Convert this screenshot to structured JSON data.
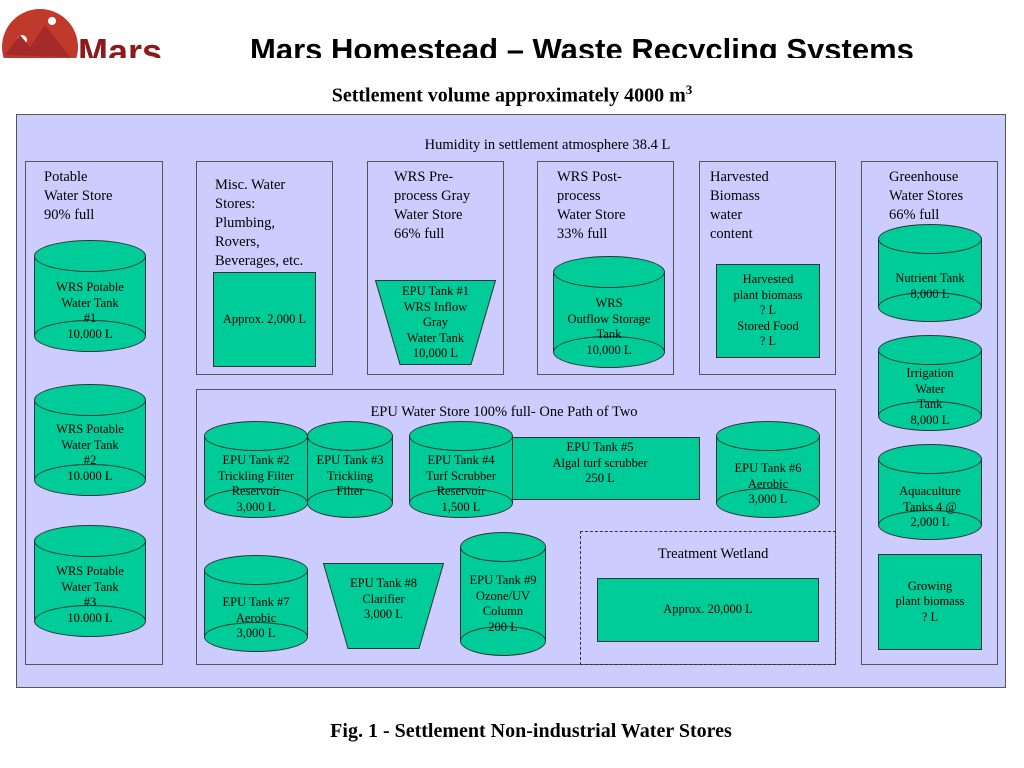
{
  "header": {
    "logo_text": "Mars",
    "title": "Mars Homestead – Waste Recycling Systems"
  },
  "subtitle": {
    "text": "Settlement volume approximately 4000 m",
    "sup": "3"
  },
  "humidity": "Humidity in settlement atmosphere 38.4 L",
  "potable": {
    "label": "Potable\nWater Store\n90% full",
    "tank1": "WRS Potable\nWater Tank\n#1\n10,000 L",
    "tank2": "WRS Potable\nWater Tank\n#2\n10.000 L",
    "tank3": "WRS Potable\nWater Tank\n#3\n10.000 L"
  },
  "misc": {
    "label": "Misc. Water\nStores:\nPlumbing,\nRovers,\nBeverages, etc.",
    "inner": "Approx. 2,000 L"
  },
  "preprocess": {
    "label": "WRS Pre-\nprocess Gray\nWater Store\n66% full",
    "tank": "EPU Tank #1\nWRS Inflow\nGray\nWater Tank\n10,000 L"
  },
  "postprocess": {
    "label": "WRS Post-\nprocess\nWater Store\n33% full",
    "tank": "WRS\nOutflow Storage\nTank\n10,000 L"
  },
  "biomass": {
    "label": "Harvested\nBiomass\nwater\ncontent",
    "inner": "Harvested\nplant biomass\n? L\nStored Food\n? L"
  },
  "greenhouse": {
    "label": "Greenhouse\nWater Stores\n66% full",
    "nutrient": "Nutrient Tank\n8,000 L",
    "irrigation": "Irrigation\nWater\nTank\n8,000 L",
    "aquaculture": "Aquaculture\nTanks 4 @\n2,000 L",
    "growing": "Growing\nplant biomass\n? L"
  },
  "epu": {
    "label": "EPU  Water Store 100% full- One Path of Two",
    "tank2": "EPU Tank #2\nTrickling Filter\nReservoir\n3,000 L",
    "tank3": "EPU Tank #3\nTrickling\nFilter",
    "tank4": "EPU Tank #4\nTurf Scrubber\nReservoir\n1,500 L",
    "tank5": "EPU Tank #5\nAlgal turf scrubber\n250 L",
    "tank6": "EPU Tank #6\nAerobic\n3,000 L",
    "tank7": "EPU Tank #7\nAerobic\n3,000 L",
    "tank8": "EPU Tank #8\nClarifier\n3,000 L",
    "tank9": "EPU Tank #9\nOzone/UV\nColumn\n200 L",
    "wetland_label": "Treatment Wetland",
    "wetland_inner": "Approx. 20,000 L"
  },
  "caption": "Fig. 1 - Settlement Non-industrial Water Stores",
  "colors": {
    "panel": "#ccccff",
    "tank": "#00cc99",
    "logo": "#8b1a1a"
  }
}
